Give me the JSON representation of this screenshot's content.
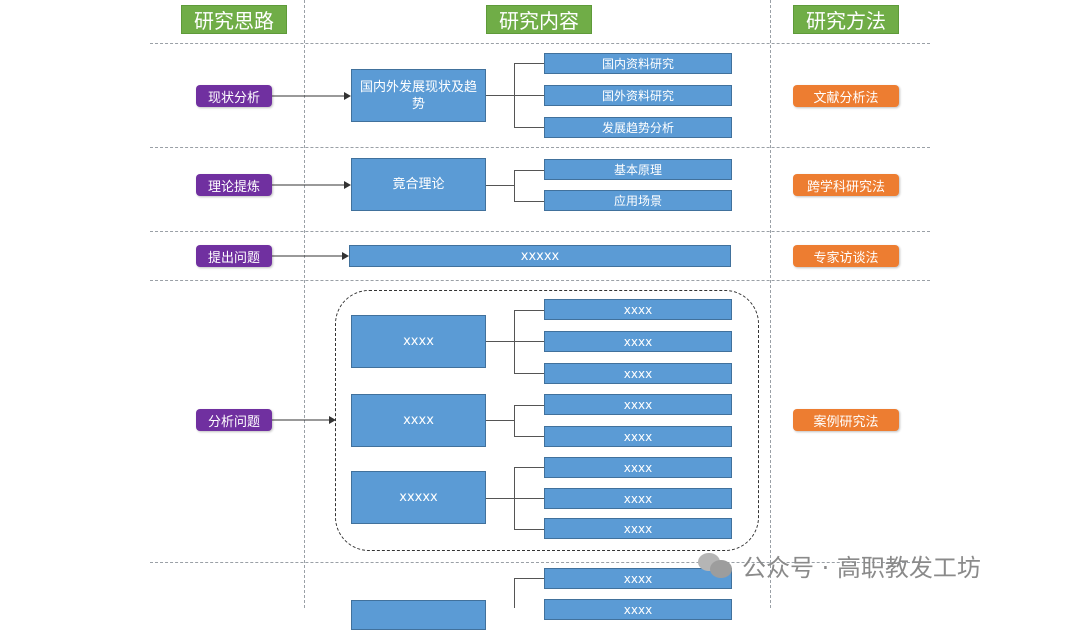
{
  "headers": {
    "approach": "研究思路",
    "content": "研究内容",
    "method": "研究方法"
  },
  "sections": {
    "status": {
      "stage": "现状分析",
      "topic": "国内外发展现状及趋势",
      "items": [
        "国内资料研究",
        "国外资料研究",
        "发展趋势分析"
      ],
      "method": "文献分析法"
    },
    "theory": {
      "stage": "理论提炼",
      "topic": "竟合理论",
      "items": [
        "基本原理",
        "应用场景"
      ],
      "method": "跨学科研究法"
    },
    "question": {
      "stage": "提出问题",
      "topic": "xxxxx",
      "method": "专家访谈法"
    },
    "analysis": {
      "stage": "分析问题",
      "groups": [
        {
          "topic": "xxxx",
          "items": [
            "xxxx",
            "xxxx",
            "xxxx"
          ]
        },
        {
          "topic": "xxxx",
          "items": [
            "xxxx",
            "xxxx"
          ]
        },
        {
          "topic": "xxxxx",
          "items": [
            "xxxx",
            "xxxx",
            "xxxx"
          ]
        }
      ],
      "method": "案例研究法"
    },
    "next": {
      "items": [
        "xxxx",
        "xxxx"
      ]
    }
  },
  "watermark": "公众号 · 高职教发工坊",
  "colors": {
    "header": "#70ad47",
    "stage": "#7030a0",
    "method": "#ed7d31",
    "box": "#5b9bd5"
  }
}
